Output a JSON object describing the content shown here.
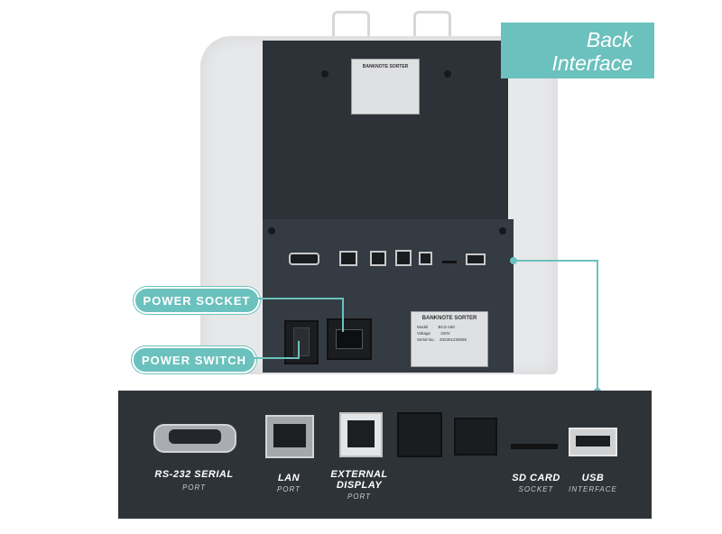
{
  "header": {
    "title_line1": "Back",
    "title_line2": "Interface"
  },
  "callouts": {
    "power_socket": "POWER SOCKET",
    "power_switch": "POWER SWITCH"
  },
  "plate": {
    "title": "BANKNOTE SORTER",
    "row1": [
      "Model",
      "BCS-160"
    ],
    "row2": [
      "Voltage",
      "220V"
    ],
    "row3": [
      "Serial No.",
      "202301230056"
    ]
  },
  "ports": [
    {
      "title": "RS-232 SERIAL",
      "sub": "PORT"
    },
    {
      "title": "LAN",
      "sub": "PORT"
    },
    {
      "title": "EXTERNAL DISPLAY",
      "sub": "PORT"
    },
    {
      "title": "SD CARD",
      "sub": "SOCKET"
    },
    {
      "title": "USB",
      "sub": "INTERFACE"
    }
  ],
  "colors": {
    "accent": "#6bc1bd",
    "panel": "#2e3338",
    "shell": "#e7e8ea"
  }
}
